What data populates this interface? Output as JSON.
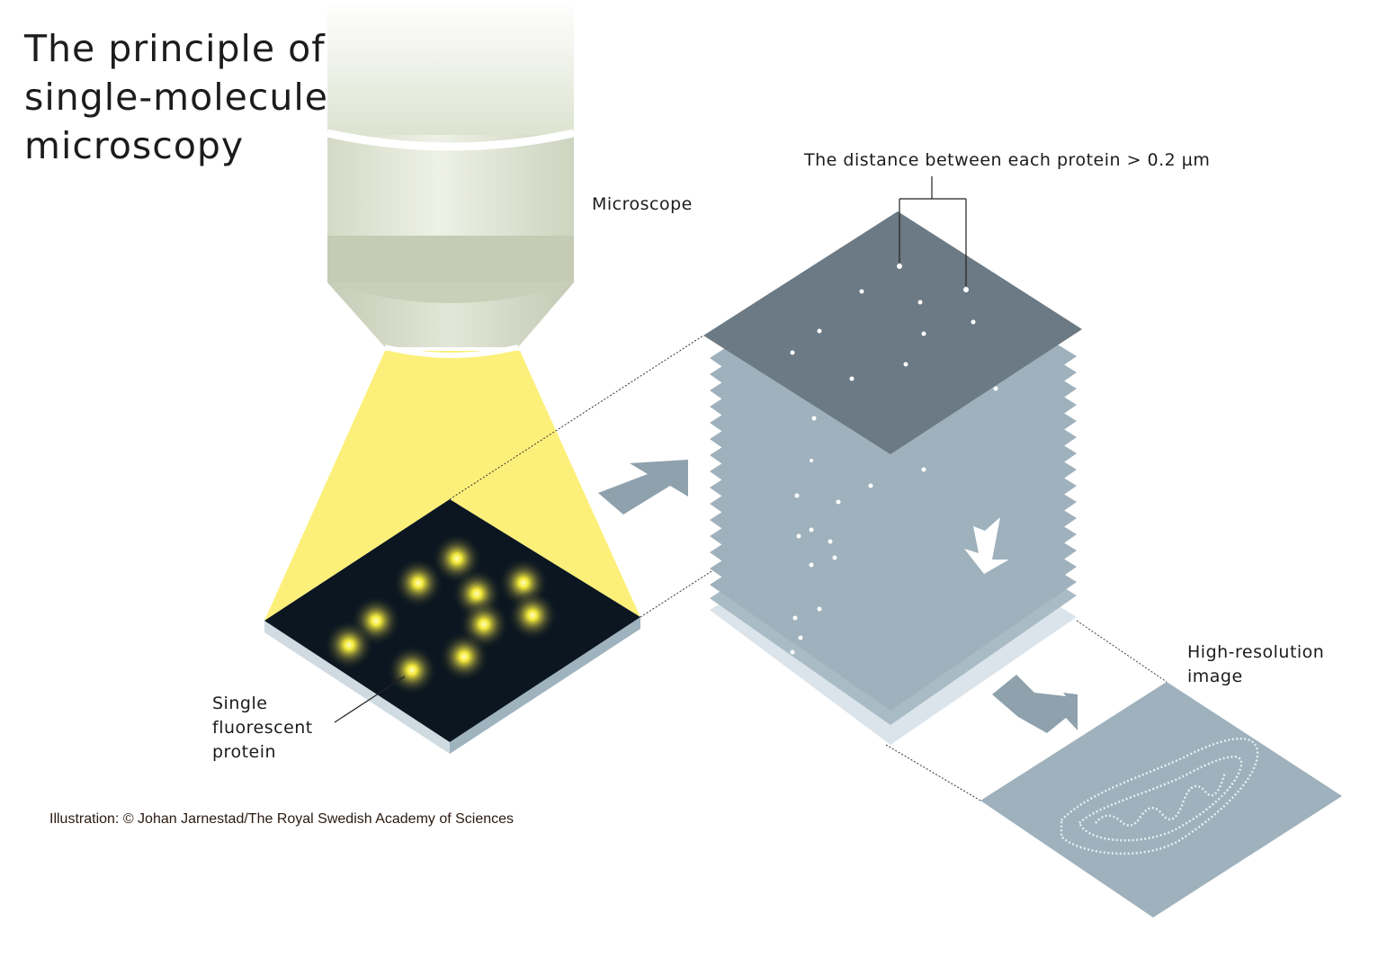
{
  "title": {
    "line1": "The principle of",
    "line2": "single-molecule",
    "line3": "microscopy"
  },
  "labels": {
    "microscope": "Microscope",
    "distance": "The distance between each protein > 0.2 µm",
    "single_line1": "Single",
    "single_line2": "fluorescent",
    "single_line3": "protein",
    "highres_line1": "High-resolution",
    "highres_line2": "image"
  },
  "credit": "Illustration: © Johan Jarnestad/The Royal Swedish Academy of Sciences",
  "colors": {
    "light_beam": "#fdf07a",
    "sample_dark": "#0b1620",
    "glow": "#f7ec4a",
    "stack_top": "#6b7a84",
    "stack_layer": "#9eb1bc",
    "arrow": "#8ea1ad",
    "objective": "#d8dfc8"
  }
}
